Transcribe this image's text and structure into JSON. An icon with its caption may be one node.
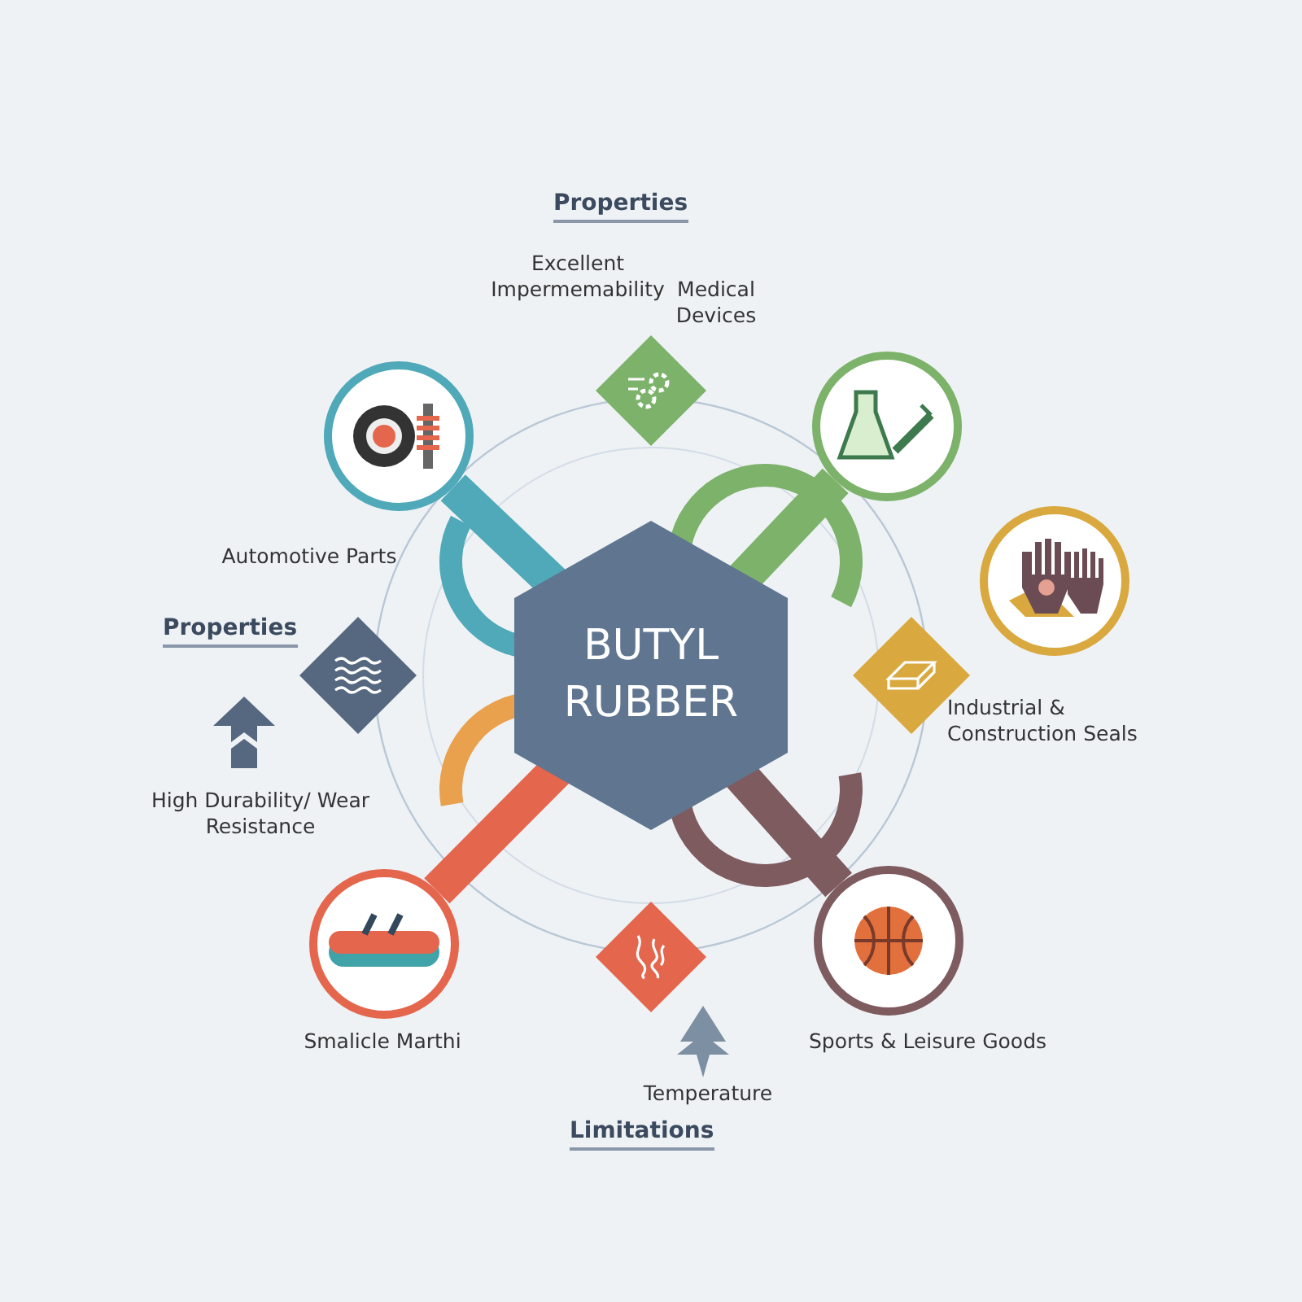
{
  "diagram": {
    "nodes": [
      {
        "text": [
          "BUTYL RUBBER"
        ]
      },
      {
        "text": [],
        "shape": "circle",
        "beside": [
          "Automotive Parts"
        ]
      },
      {
        "text": [],
        "shape": "circle"
      },
      {
        "text": [],
        "shape": "circle"
      },
      {
        "text": [],
        "shape": "circle",
        "beside": [
          "Smalicle Marthi"
        ]
      },
      {
        "text": [],
        "shape": "circle",
        "beside": [
          "Sports & Leisure Goods"
        ]
      },
      {
        "text": [],
        "shape": "diamond"
      },
      {
        "text": [],
        "shape": "diamond",
        "beside": [
          "Properties"
        ]
      },
      {
        "text": [],
        "shape": "diamond",
        "beside": [
          "Industrial & Construction Seals"
        ]
      },
      {
        "text": [],
        "shape": "diamond"
      }
    ],
    "edges": [
      {
        "from": 0,
        "to": 1,
        "arrow": "none",
        "color": "#4fa9b8"
      },
      {
        "from": 0,
        "to": 2,
        "arrow": "none",
        "color": "#7cb26a"
      },
      {
        "from": 0,
        "to": 4,
        "arrow": "none",
        "color": "#e4664d"
      },
      {
        "from": 0,
        "to": 5,
        "arrow": "none",
        "color": "#7e5b5f"
      }
    ],
    "labels": [
      "Properties",
      "Excellent Impermemability",
      "Medical Devices",
      "High Durability/ Wear Resistance",
      "Temperature",
      "Limitations"
    ]
  }
}
